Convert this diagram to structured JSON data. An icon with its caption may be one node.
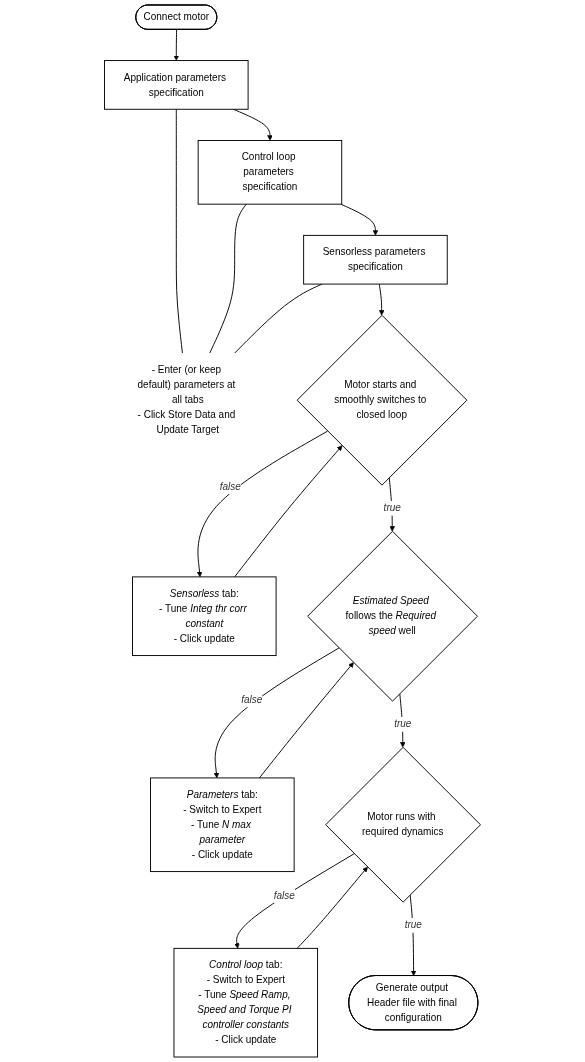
{
  "diagram": {
    "nodes": [
      {
        "text": [
          "Connect motor"
        ]
      },
      {
        "text": [
          "Application parameters specification"
        ]
      },
      {
        "text": [
          "Control loop parameters specification"
        ]
      },
      {
        "text": [
          "Sensorless parameters specification"
        ]
      },
      {
        "text": [
          "- Enter (or keep default) parameters at all tabs",
          "- Click Store Data and Update Target"
        ]
      },
      {
        "text": [
          "Motor starts and smoothly switches to closed loop"
        ]
      },
      {
        "text": [
          "*Sensorless* tab:",
          "- Tune *Integ thr corr constant*",
          "- Click update"
        ]
      },
      {
        "text": [
          "*Estimated Speed* follows the *Required speed* well"
        ]
      },
      {
        "text": [
          "*Parameters* tab:",
          "- Switch to Expert",
          "- Tune *N max parameter*",
          "- Click update"
        ]
      },
      {
        "text": [
          "Motor runs with required dynamics"
        ]
      },
      {
        "text": [
          "*Control loop* tab:",
          "- Switch to Expert",
          "- Tune *Speed Ramp, Speed and Torque PI controller constants*",
          "- Click update"
        ]
      },
      {
        "text": [
          "Generate output Header file with final configuration"
        ]
      }
    ],
    "edges": [
      {
        "from": 0,
        "to": 1,
        "arrow": "to"
      },
      {
        "from": 1,
        "to": 2,
        "arrow": "to"
      },
      {
        "from": 2,
        "to": 3,
        "arrow": "to"
      },
      {
        "from": 1,
        "to": 4,
        "arrow": "none"
      },
      {
        "from": 2,
        "to": 4,
        "arrow": "none"
      },
      {
        "from": 3,
        "to": 4,
        "arrow": "none"
      },
      {
        "from": 3,
        "to": 5,
        "arrow": "to"
      },
      {
        "from": 5,
        "to": 6,
        "label": "false",
        "arrow": "to"
      },
      {
        "from": 6,
        "to": 5,
        "arrow": "to"
      },
      {
        "from": 5,
        "to": 7,
        "label": "true",
        "arrow": "to"
      },
      {
        "from": 7,
        "to": 8,
        "label": "false",
        "arrow": "to"
      },
      {
        "from": 8,
        "to": 7,
        "arrow": "to"
      },
      {
        "from": 7,
        "to": 9,
        "label": "true",
        "arrow": "to"
      },
      {
        "from": 9,
        "to": 10,
        "label": "false",
        "arrow": "to"
      },
      {
        "from": 10,
        "to": 9,
        "arrow": "to"
      },
      {
        "from": 9,
        "to": 11,
        "label": "true",
        "arrow": "to"
      }
    ]
  }
}
